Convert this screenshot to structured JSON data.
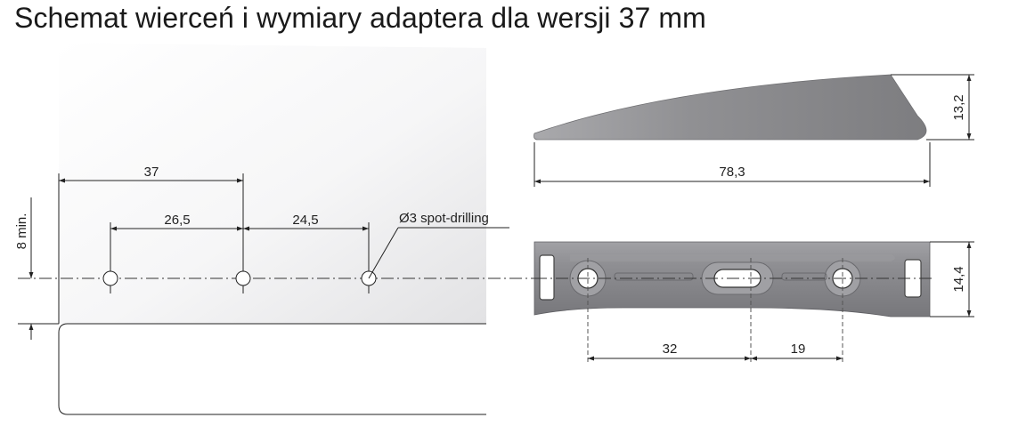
{
  "title": "Schemat wierceń i wymiary adaptera dla wersji 37 mm",
  "dimensions": {
    "front_edge_offset": "37",
    "hole_spacing_1": "26,5",
    "hole_spacing_2": "24,5",
    "min_distance": "8 min.",
    "drill_note": "Ø3 spot-drilling",
    "adapter_length": "78,3",
    "adapter_height": "13,2",
    "adapter_width": "14,4",
    "slot_spacing_1": "32",
    "slot_spacing_2": "19"
  },
  "colors": {
    "adapter_side_fill": "#8c8c8f",
    "adapter_top_fill": "#8d8d91",
    "panel_gradient_light": "#ffffff",
    "panel_gradient_dark": "#e2e2e4",
    "line": "#222222"
  }
}
